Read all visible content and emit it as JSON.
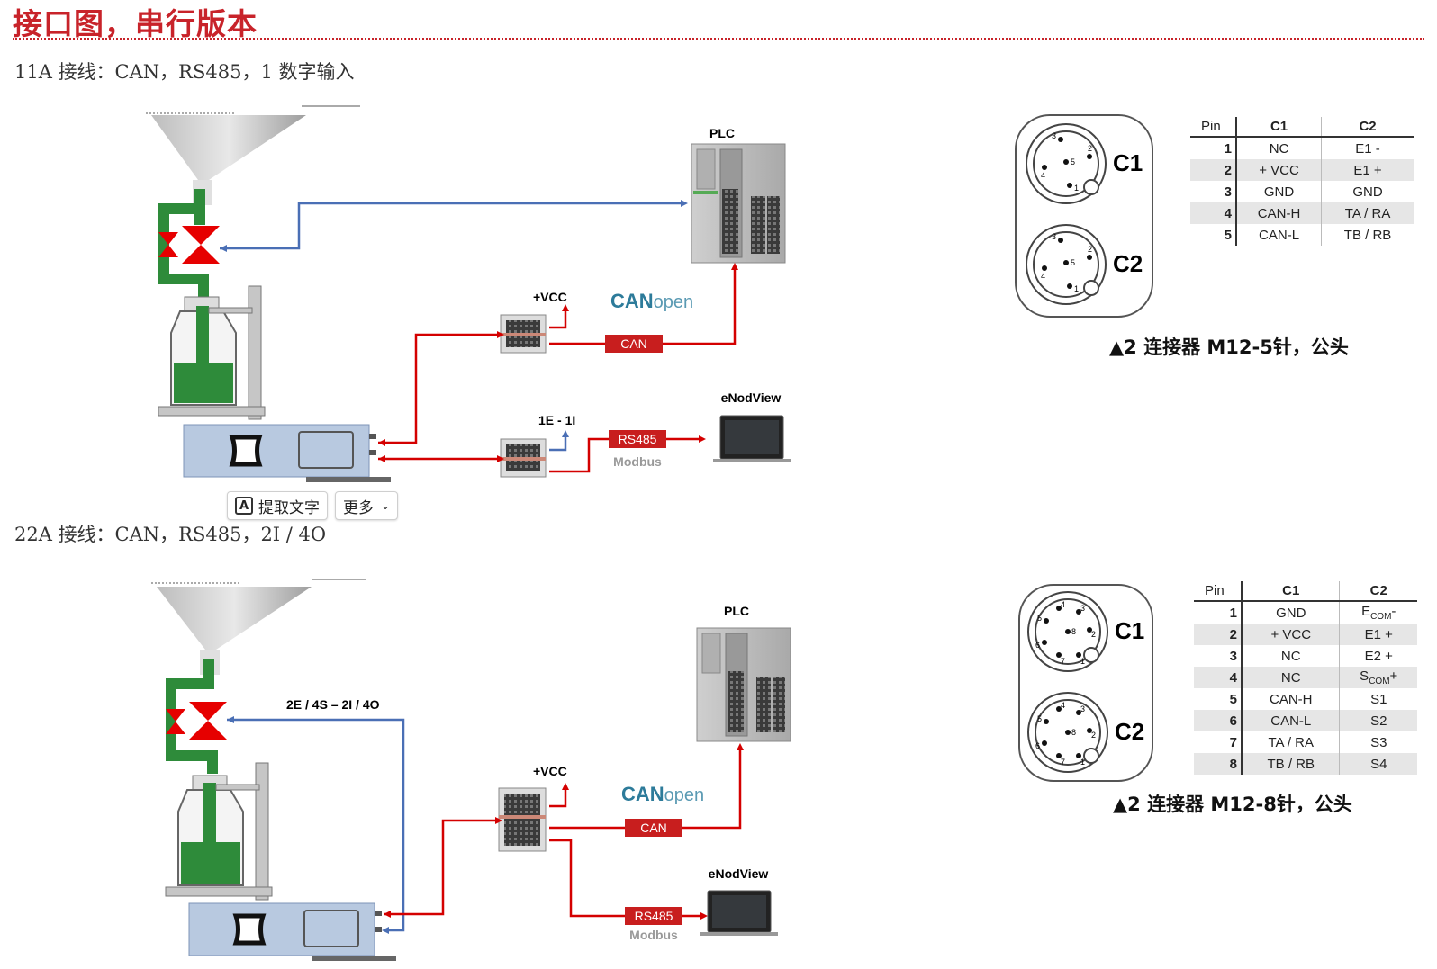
{
  "page": {
    "title": "接口图，串行版本",
    "section1": "11A 接线：CAN，RS485，1  数字输入",
    "section2": "22A 接线：CAN，RS485，2I / 4O"
  },
  "diagram1": {
    "plc": "PLC",
    "vcc": "+VCC",
    "canopen_can": "CAN",
    "canopen_open": "open",
    "can": "CAN",
    "io": "1E - 1I",
    "rs485": "RS485",
    "modbus": "Modbus",
    "enodview": "eNodView"
  },
  "diagram2": {
    "plc": "PLC",
    "vcc": "+VCC",
    "canopen_can": "CAN",
    "canopen_open": "open",
    "can": "CAN",
    "io": "2E / 4S – 2I / 4O",
    "rs485": "RS485",
    "modbus": "Modbus",
    "enodview": "eNodView"
  },
  "connector1": {
    "label_c1": "C1",
    "label_c2": "C2",
    "pins": [
      "1",
      "2",
      "3",
      "4",
      "5"
    ],
    "caption": "▲2 连接器 M12-5针，公头",
    "table": {
      "headers": [
        "Pin",
        "C1",
        "C2"
      ],
      "rows": [
        [
          "1",
          "NC",
          "E1 -"
        ],
        [
          "2",
          "+ VCC",
          "E1 +"
        ],
        [
          "3",
          "GND",
          "GND"
        ],
        [
          "4",
          "CAN-H",
          "TA / RA"
        ],
        [
          "5",
          "CAN-L",
          "TB / RB"
        ]
      ]
    }
  },
  "connector2": {
    "label_c1": "C1",
    "label_c2": "C2",
    "pins": [
      "1",
      "2",
      "3",
      "4",
      "5",
      "6",
      "7",
      "8"
    ],
    "caption": "▲2 连接器 M12-8针，公头",
    "table": {
      "headers": [
        "Pin",
        "C1",
        "C2"
      ],
      "rows": [
        [
          "1",
          "GND",
          "E",
          "COM",
          "-"
        ],
        [
          "2",
          "+ VCC",
          "E1 +"
        ],
        [
          "3",
          "NC",
          "E2 +"
        ],
        [
          "4",
          "NC",
          "S",
          "COM",
          "+"
        ],
        [
          "5",
          "CAN-H",
          "S1"
        ],
        [
          "6",
          "CAN-L",
          "S2"
        ],
        [
          "7",
          "TA / RA",
          "S3"
        ],
        [
          "8",
          "TB / RB",
          "S4"
        ]
      ]
    }
  },
  "toolbar": {
    "extract_icon": "A",
    "extract_label": "提取文字",
    "more_label": "更多"
  },
  "colors": {
    "accent": "#c8232a",
    "wire_red": "#d40000",
    "wire_blue": "#4a6fb5",
    "green_fluid": "#2e8b3a"
  }
}
